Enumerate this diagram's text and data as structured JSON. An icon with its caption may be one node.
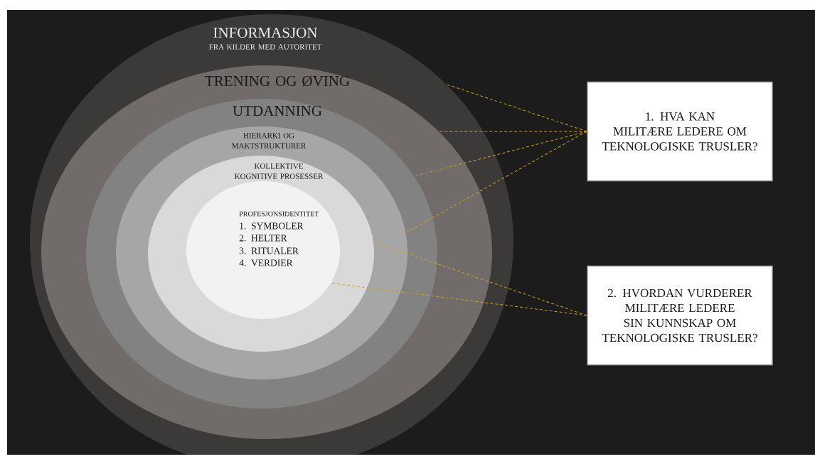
{
  "diagram": {
    "nodes": [
      {
        "text": [
          "INFORMASJON",
          "FRA KILDER MED AUTORITET"
        ]
      },
      {
        "text": [
          "TRENING OG ØVING"
        ],
        "in": 0
      },
      {
        "text": [
          "UTDANNING"
        ],
        "in": 1
      },
      {
        "text": [
          "HIERARKI OG MAKTSTRUKTURER"
        ],
        "in": 2
      },
      {
        "text": [
          "KOLLEKTIVE KOGNITIVE PROSESSER"
        ],
        "in": 3
      },
      {
        "text": [
          "PROFESJONSIDENTITET",
          "1. SYMBOLER",
          "2. HELTER",
          "3. RITUALER",
          "4. VERDIER"
        ],
        "in": 4
      },
      {
        "text": [
          "1. HVA KAN MILITÆRE LEDERE OM TEKNOLOGISKE TRUSLER?"
        ]
      },
      {
        "text": [
          "2. HVORDAN VURDERER MILITÆRE LEDERE SIN KUNNSKAP OM TEKNOLOGISKE TRUSLER?"
        ]
      }
    ],
    "edges": [
      {
        "from": 6,
        "to": 0,
        "arrow": "none",
        "style": "dashed",
        "color": "#d4a017"
      },
      {
        "from": 6,
        "to": 1,
        "arrow": "none",
        "style": "dashed",
        "color": "#d4a017"
      },
      {
        "from": 6,
        "to": 2,
        "arrow": "none",
        "style": "dashed",
        "color": "#d4a017"
      },
      {
        "from": 6,
        "to": 3,
        "arrow": "none",
        "style": "dashed",
        "color": "#d4a017"
      },
      {
        "from": 7,
        "to": 4,
        "arrow": "none",
        "style": "dashed",
        "color": "#d4a017"
      },
      {
        "from": 7,
        "to": 5,
        "arrow": "none",
        "style": "dashed",
        "color": "#d4a017"
      }
    ]
  }
}
